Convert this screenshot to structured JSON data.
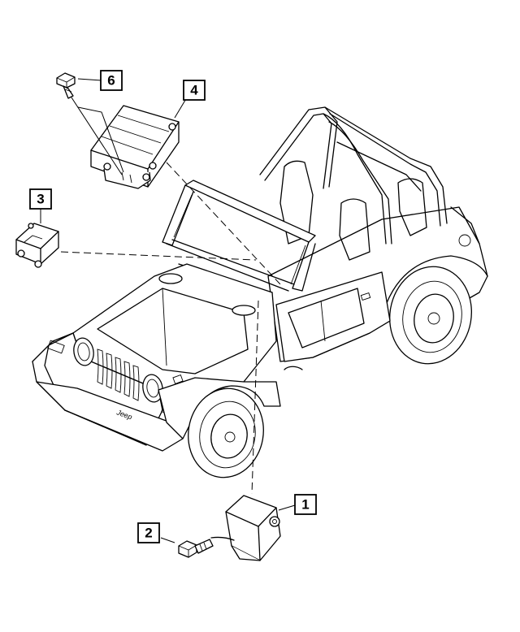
{
  "callouts": [
    {
      "id": "1",
      "label": "1"
    },
    {
      "id": "2",
      "label": "2"
    },
    {
      "id": "3",
      "label": "3"
    },
    {
      "id": "4",
      "label": "4"
    },
    {
      "id": "6",
      "label": "6"
    }
  ]
}
